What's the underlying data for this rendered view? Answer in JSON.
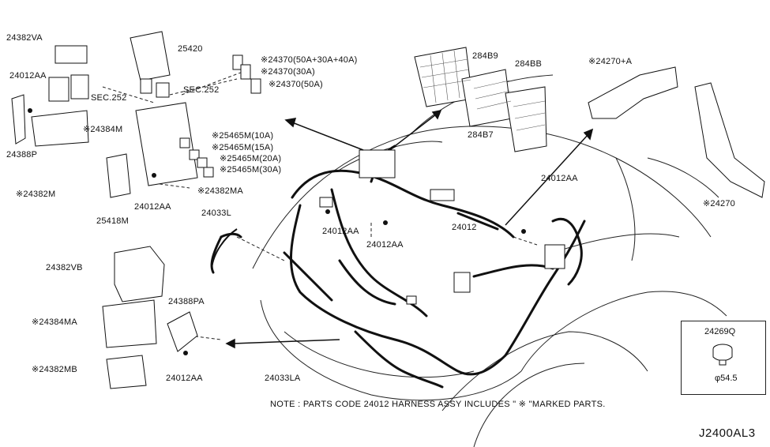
{
  "labels": {
    "l_24382VA": "24382VA",
    "l_25420": "25420",
    "l_24012AA_tl": "24012AA",
    "l_sec252_a": "SEC.252",
    "l_sec252_b": "SEC.252",
    "l_24370_a": "※24370(50A+30A+40A)",
    "l_24370_b": "※24370(30A)",
    "l_24370_c": "※24370(50A)",
    "l_24384M": "※24384M",
    "l_24388P": "24388P",
    "l_24382M": "※24382M",
    "l_25465_10": "※25465M(10A)",
    "l_25465_15": "※25465M(15A)",
    "l_25465_20": "※25465M(20A)",
    "l_25465_30": "※25465M(30A)",
    "l_24382MA": "※24382MA",
    "l_25418M": "25418M",
    "l_24012AA_ml": "24012AA",
    "l_28489": "284B9",
    "l_2848B": "284BB",
    "l_28487": "284B7",
    "l_24270A": "※24270+A",
    "l_24270": "※24270",
    "l_24012AA_r": "24012AA",
    "l_24033L": "24033L",
    "l_24012AA_c1": "24012AA",
    "l_24012AA_c2": "24012AA",
    "l_24012": "24012",
    "l_24382VB": "24382VB",
    "l_24384MA": "※24384MA",
    "l_24388PA": "24388PA",
    "l_24382MB": "※24382MB",
    "l_24012AA_bl": "24012AA",
    "l_24033LA": "24033LA"
  },
  "note": "NOTE : PARTS CODE 24012  HARNESS ASSY INCLUDES \" ※ \"MARKED PARTS.",
  "reference": "J2400AL3",
  "inset": {
    "part": "24269Q",
    "dimension": "φ54.5"
  }
}
